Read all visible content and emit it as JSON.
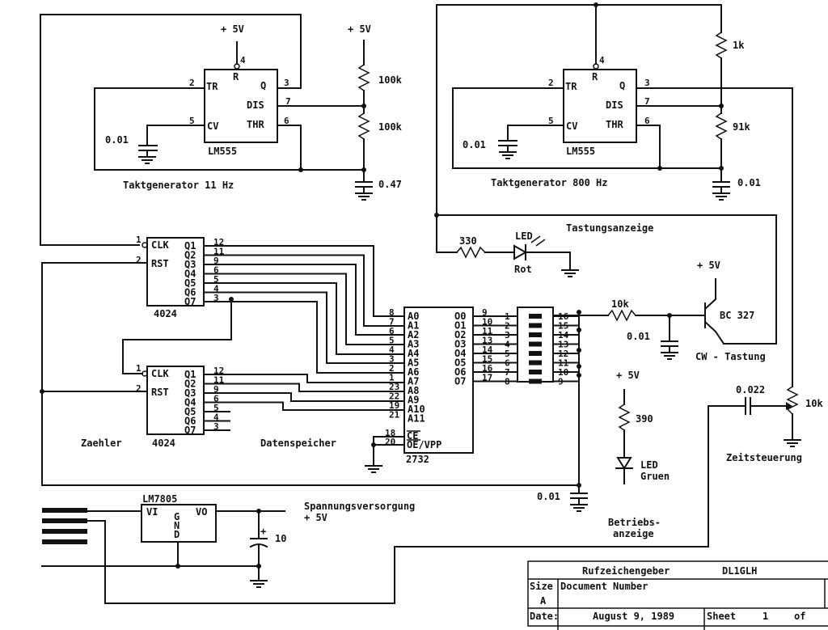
{
  "timer1": {
    "supply": "+ 5V",
    "pins": {
      "tr": "2",
      "r": "4",
      "q": "3",
      "dis": "7",
      "thr": "6",
      "cv": "5"
    },
    "label_tr": "TR",
    "label_r": "R",
    "label_q": "Q",
    "label_dis": "DIS",
    "label_cv": "CV",
    "label_thr": "THR",
    "chip": "LM555",
    "cap_cv": "0.01",
    "r1": "100k",
    "r2": "100k",
    "c_timing": "0.47",
    "r_supply": "+ 5V",
    "title": "Taktgenerator  11 Hz"
  },
  "timer2": {
    "pins": {
      "tr": "2",
      "r": "4",
      "q": "3",
      "dis": "7",
      "thr": "6",
      "cv": "5"
    },
    "label_tr": "TR",
    "label_r": "R",
    "label_q": "Q",
    "label_dis": "DIS",
    "label_cv": "CV",
    "label_thr": "THR",
    "chip": "LM555",
    "cap_cv": "0.01",
    "r1": "1k",
    "r2": "91k",
    "c_timing": "0.01",
    "title": "Taktgenerator  800 Hz"
  },
  "counter1": {
    "clk_pin": "1",
    "rst_pin": "2",
    "clk": "CLK",
    "rst": "RST",
    "outputs": [
      "Q1",
      "Q2",
      "Q3",
      "Q4",
      "Q5",
      "Q6",
      "Q7"
    ],
    "out_pins": [
      "12",
      "11",
      "9",
      "6",
      "5",
      "4",
      "3"
    ],
    "chip": "4024"
  },
  "counter2": {
    "clk_pin": "1",
    "rst_pin": "2",
    "clk": "CLK",
    "rst": "RST",
    "outputs": [
      "Q1",
      "Q2",
      "Q3",
      "Q4",
      "Q5",
      "Q6",
      "Q7"
    ],
    "out_pins": [
      "12",
      "11",
      "9",
      "6",
      "5",
      "4",
      "3"
    ],
    "chip": "4024",
    "label": "Zaehler"
  },
  "eprom": {
    "addr": [
      "A0",
      "A1",
      "A2",
      "A3",
      "A4",
      "A5",
      "A6",
      "A7",
      "A8",
      "A9",
      "A10",
      "A11"
    ],
    "addr_pins": [
      "8",
      "7",
      "6",
      "5",
      "4",
      "3",
      "2",
      "1",
      "23",
      "22",
      "19",
      "21"
    ],
    "data": [
      "O0",
      "O1",
      "O2",
      "O3",
      "O4",
      "O5",
      "O6",
      "O7"
    ],
    "data_pins": [
      "9",
      "10",
      "11",
      "13",
      "14",
      "15",
      "16",
      "17"
    ],
    "ce": "CE",
    "oe": "OE/VPP",
    "ce_pin": "18",
    "oe_pin": "20",
    "chip": "2732",
    "label": "Datenspeicher"
  },
  "switch": {
    "left": [
      "1",
      "2",
      "3",
      "4",
      "5",
      "6",
      "7",
      "8"
    ],
    "right": [
      "16",
      "15",
      "14",
      "13",
      "12",
      "11",
      "10",
      "9"
    ]
  },
  "tastung": {
    "title": "Tastungsanzeige",
    "r": "330",
    "led": "LED",
    "color": "Rot"
  },
  "transistor": {
    "supply": "+ 5V",
    "r": "10k",
    "c": "0.01",
    "part": "BC 327",
    "label": "CW - Tastung"
  },
  "betrieb": {
    "supply": "+ 5V",
    "r": "390",
    "led": "LED",
    "color": "Gruen",
    "label": "Betriebs-\nanzeige",
    "label1": "Betriebs-",
    "label2": "anzeige",
    "cap": "0.01"
  },
  "zeit": {
    "c": "0.022",
    "pot": "10k",
    "label": "Zeitsteuerung"
  },
  "supply": {
    "reg": "LM7805",
    "vi": "VI",
    "vo": "VO",
    "gnd": "G\nN\nD",
    "g": "G",
    "n": "N",
    "d": "D",
    "cap": "10",
    "plus": "+",
    "title1": "Spannungsversorgung",
    "title2": "+ 5V"
  },
  "titleblock": {
    "title": "Rufzeichengeber",
    "author": "DL1GLH",
    "size_label": "Size",
    "size": "A",
    "docnum": "Document Number",
    "date_label": "Date:",
    "date": "August  9, 1989",
    "sheet": "Sheet",
    "sheet_no": "1",
    "of": "of"
  }
}
